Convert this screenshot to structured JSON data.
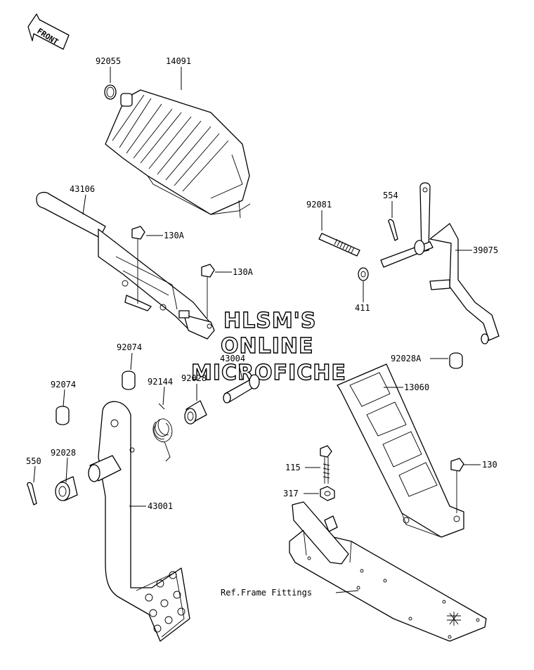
{
  "front_badge": "FRONT",
  "watermark": [
    "HLSM'S",
    "ONLINE",
    "MICROFICHE"
  ],
  "labels": {
    "p92055": "92055",
    "p14091": "14091",
    "p43106": "43106",
    "p130A_1": "130A",
    "p130A_2": "130A",
    "p92081": "92081",
    "p554": "554",
    "p39075": "39075",
    "p411": "411",
    "p92074_1": "92074",
    "p43004": "43004",
    "p92144": "92144",
    "p92028_1": "92028",
    "p92028A": "92028A",
    "p13060": "13060",
    "p92074_2": "92074",
    "p550": "550",
    "p92028_2": "92028",
    "p115": "115",
    "p130": "130",
    "p317": "317",
    "p43001": "43001",
    "ref_frame": "Ref.Frame Fittings"
  }
}
